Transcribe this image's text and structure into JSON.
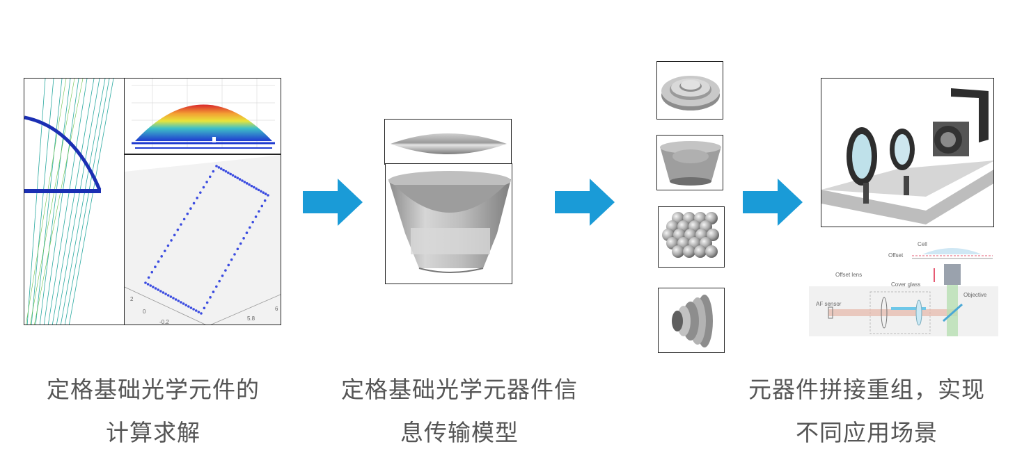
{
  "colors": {
    "arrow": "#1a9bd7",
    "caption_text": "#555555",
    "frame_border": "#222222"
  },
  "stage1": {
    "caption_line1": "定格基础光学元件的",
    "caption_line2": "计算求解",
    "plot_ticks": [
      "2",
      "0",
      "-0.2",
      "5.8",
      "6"
    ]
  },
  "stage2": {
    "caption_line1": "定格基础光学元器件信",
    "caption_line2": "息传输模型"
  },
  "stage3": {
    "caption_line1": "元器件拼接重组，实现",
    "caption_line2": "不同应用场景",
    "schematic_labels": {
      "cell": "Cell",
      "offset": "Offset",
      "offset_lens": "Offset lens",
      "cover_glass": "Cover glass",
      "objective": "Objective",
      "af_sensor": "AF sensor"
    }
  },
  "icons": {
    "arrow1": "right-arrow-icon",
    "arrow2": "right-arrow-icon",
    "arrow3": "right-arrow-icon"
  }
}
